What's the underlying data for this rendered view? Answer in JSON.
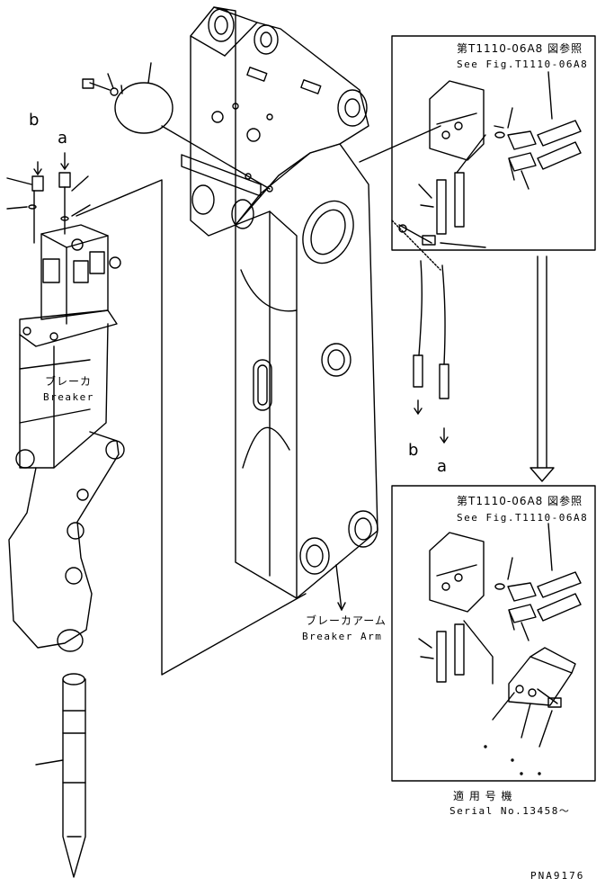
{
  "labels": {
    "callout_a_top": "a",
    "callout_b_top": "b",
    "callout_a_bottom": "a",
    "callout_b_bottom": "b",
    "breaker_jp": "ブレーカ",
    "breaker_en": "Breaker",
    "arm_jp": "ブレーカアーム",
    "arm_en": "Breaker Arm",
    "ref_top_jp": "第T1110-06A8 図参照",
    "ref_top_en": "See Fig.T1110-06A8",
    "ref_bottom_jp": "第T1110-06A8 図参照",
    "ref_bottom_en": "See Fig.T1110-06A8",
    "serial_jp": "適 用 号 機",
    "serial_en": "Serial No.13458～",
    "figure_code": "PNA9176"
  }
}
